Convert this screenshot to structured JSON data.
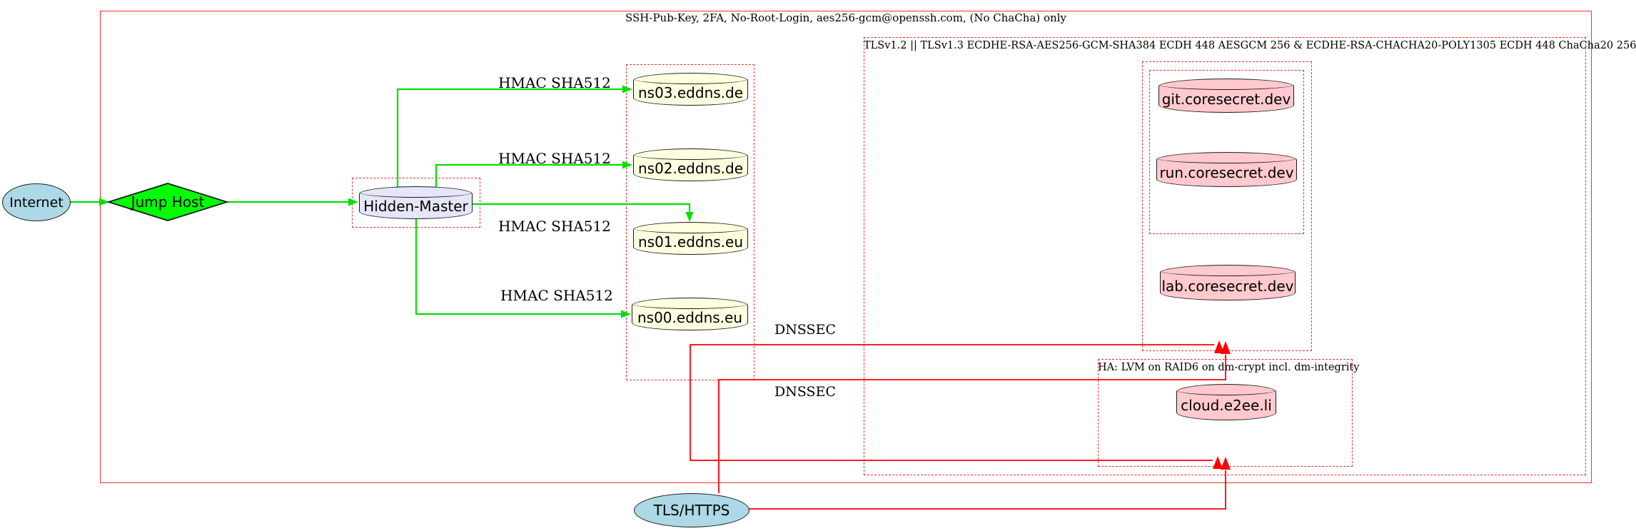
{
  "diagram": {
    "clusters": {
      "ssh": {
        "label": "SSH-Pub-Key, 2FA, No-Root-Login, aes256-gcm@openssh.com, (No ChaCha) only"
      },
      "tls": {
        "label": "TLSv1.2 || TLSv1.3 ECDHE-RSA-AES256-GCM-SHA384 ECDH 448 AESGCM 256 & ECDHE-RSA-CHACHA20-POLY1305 ECDH 448 ChaCha20 256"
      },
      "ha": {
        "label": "HA: LVM on RAID6 on dm-crypt incl. dm-integrity"
      }
    },
    "nodes": {
      "internet": {
        "label": "Internet",
        "shape": "ellipse",
        "fill": "#add8e6"
      },
      "jump_host": {
        "label": "Jump Host",
        "shape": "diamond",
        "fill": "#00ff00"
      },
      "hidden_master": {
        "label": "Hidden-Master",
        "shape": "cylinder",
        "fill": "#e6e6fa"
      },
      "ns03": {
        "label": "ns03.eddns.de",
        "shape": "cylinder",
        "fill": "#ffffe0"
      },
      "ns02": {
        "label": "ns02.eddns.de",
        "shape": "cylinder",
        "fill": "#ffffe0"
      },
      "ns01": {
        "label": "ns01.eddns.eu",
        "shape": "cylinder",
        "fill": "#ffffe0"
      },
      "ns00": {
        "label": "ns00.eddns.eu",
        "shape": "cylinder",
        "fill": "#ffffe0"
      },
      "git": {
        "label": "git.coresecret.dev",
        "shape": "cylinder",
        "fill": "#ffc9ce"
      },
      "run": {
        "label": "run.coresecret.dev",
        "shape": "cylinder",
        "fill": "#ffc9ce"
      },
      "lab": {
        "label": "lab.coresecret.dev",
        "shape": "cylinder",
        "fill": "#ffc9ce"
      },
      "cloud": {
        "label": "cloud.e2ee.li",
        "shape": "cylinder",
        "fill": "#ffc9ce"
      },
      "tls_https": {
        "label": "TLS/HTTPS",
        "shape": "ellipse",
        "fill": "#add8e6"
      }
    },
    "edge_labels": {
      "hmac_ns03": "HMAC SHA512",
      "hmac_ns02": "HMAC SHA512",
      "hmac_ns01": "HMAC SHA512",
      "hmac_ns00": "HMAC SHA512",
      "dnssec_1": "DNSSEC",
      "dnssec_2": "DNSSEC"
    },
    "colors": {
      "edge_green": "#00e000",
      "edge_red": "#ff0000",
      "cluster_border_red": "#f23030",
      "node_stroke": "#1c1c1c"
    }
  }
}
